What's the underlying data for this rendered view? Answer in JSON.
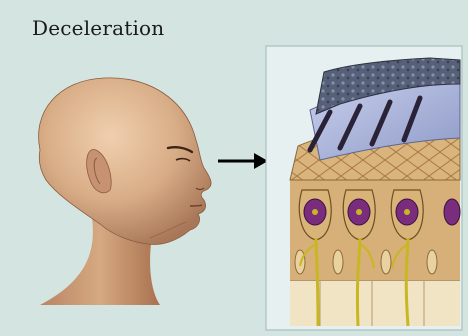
{
  "title": "Deceleration",
  "colors": {
    "background": "#d4e4e0",
    "skin": "#d8ad86",
    "skin_shadow": "#a87658",
    "membrane": "#4c5468",
    "gel": "#aab4d8",
    "cell_tan": "#d6b078",
    "nucleus": "#7a2d7c",
    "nerve": "#c9b722",
    "base": "#f0e4c4",
    "panel": "#e6f0f0"
  },
  "icons": [
    "head-illustration",
    "arrow-right-icon",
    "hair-cell-illustration"
  ]
}
